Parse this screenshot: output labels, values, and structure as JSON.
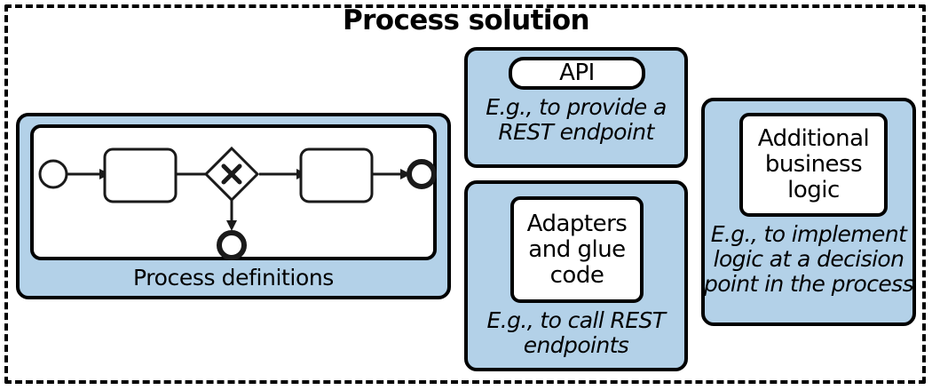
{
  "diagram": {
    "title": "Process solution",
    "colors": {
      "panel_fill": "#b3d1e8",
      "card_fill": "#ffffff",
      "stroke": "#000000"
    },
    "outer_container": {
      "name": "Process solution",
      "border_style": "dashed"
    },
    "panels": [
      {
        "id": "process-definitions",
        "label": "Process definitions",
        "label_style": "regular",
        "content_type": "bpmn-process-diagram",
        "bpmn": {
          "nodes": [
            {
              "type": "start-event",
              "shape": "circle-thin"
            },
            {
              "type": "task",
              "shape": "rounded-rectangle"
            },
            {
              "type": "exclusive-gateway",
              "shape": "diamond-with-x"
            },
            {
              "type": "task",
              "shape": "rounded-rectangle"
            },
            {
              "type": "end-event",
              "shape": "circle-thick"
            },
            {
              "type": "end-event",
              "shape": "circle-thick"
            }
          ],
          "flows": [
            {
              "from": "start-event",
              "to": "task-1"
            },
            {
              "from": "task-1",
              "to": "exclusive-gateway"
            },
            {
              "from": "exclusive-gateway",
              "to": "task-2"
            },
            {
              "from": "task-2",
              "to": "end-event-1"
            },
            {
              "from": "exclusive-gateway",
              "to": "end-event-2"
            }
          ]
        }
      },
      {
        "id": "api",
        "card_title": "API",
        "caption": "E.g., to provide a\nREST endpoint",
        "caption_lines": [
          "E.g., to provide a",
          "REST endpoint"
        ]
      },
      {
        "id": "adapters",
        "card_title": "Adapters\nand glue\ncode",
        "card_title_lines": [
          "Adapters",
          "and glue",
          "code"
        ],
        "caption": "E.g., to call REST\nendpoints",
        "caption_lines": [
          "E.g., to call REST",
          "endpoints"
        ]
      },
      {
        "id": "additional-business-logic",
        "card_title": "Additional\nbusiness\nlogic",
        "card_title_lines": [
          "Additional",
          "business",
          "logic"
        ],
        "caption": "E.g., to implement\nlogic at a decision\npoint in the process",
        "caption_lines": [
          "E.g., to implement",
          "logic at a decision",
          "point in the process"
        ]
      }
    ]
  }
}
